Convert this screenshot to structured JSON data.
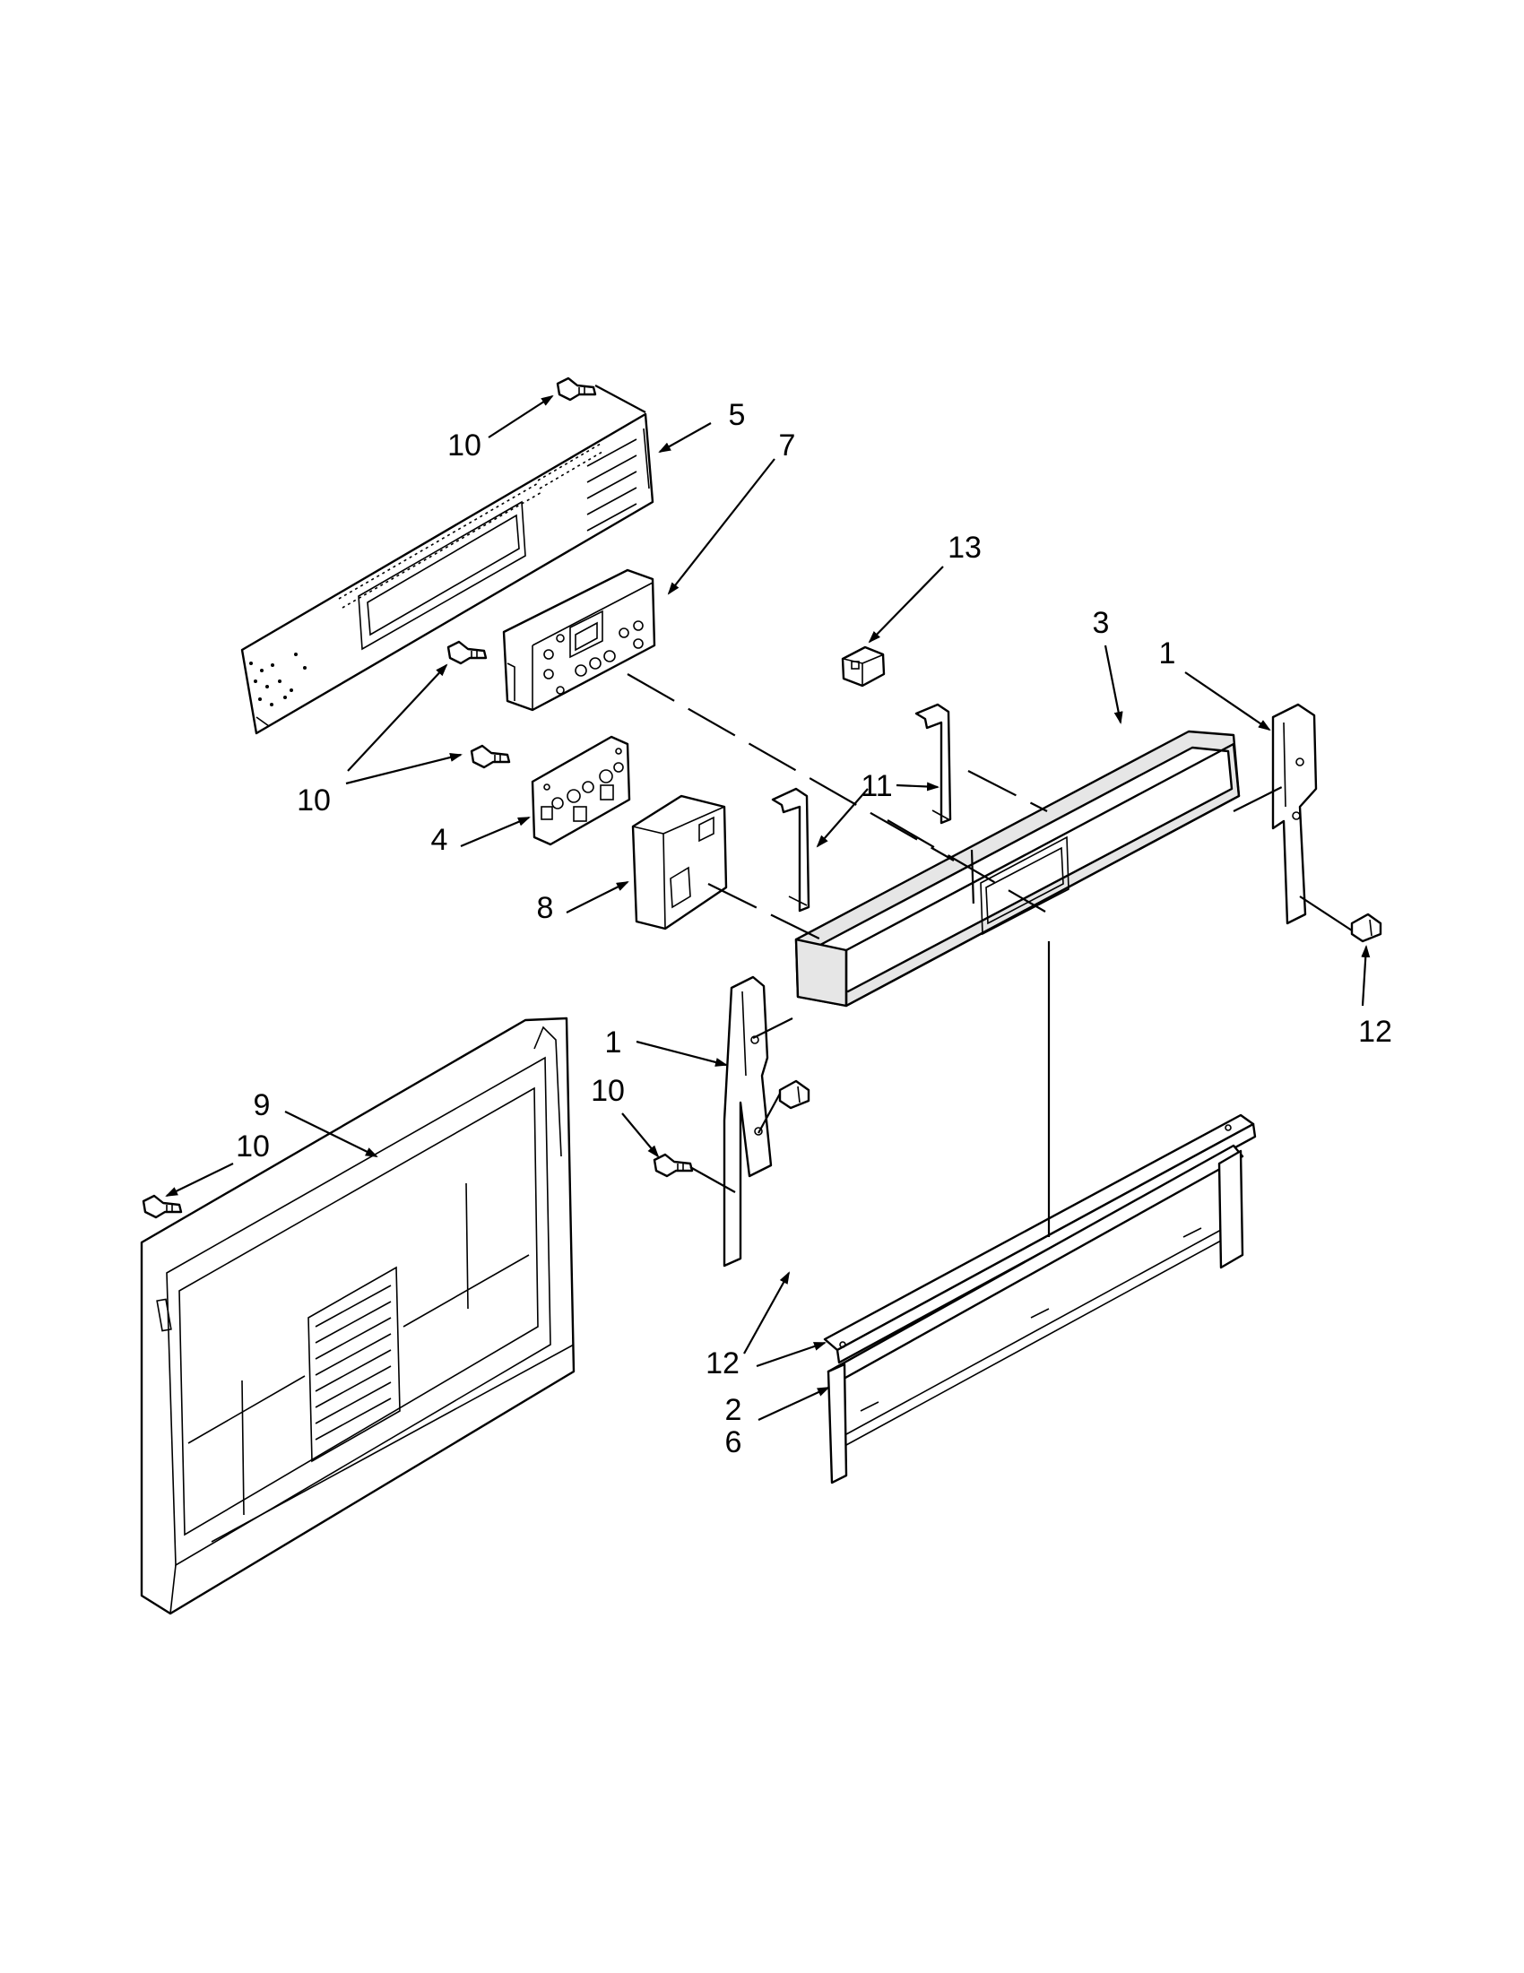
{
  "colors": {
    "ink": "#000000",
    "paper": "#ffffff",
    "shade": "#e6e6e6"
  },
  "callouts": {
    "c10_top": "10",
    "c5": "5",
    "c7": "7",
    "c13": "13",
    "c3": "3",
    "c1_right": "1",
    "c10_mid": "10",
    "c11": "11",
    "c4": "4",
    "c8": "8",
    "c12_right": "12",
    "c1_left": "1",
    "c9": "9",
    "c10_left": "10",
    "c10_center": "10",
    "c12_left": "12",
    "c2": "2",
    "c6": "6"
  }
}
